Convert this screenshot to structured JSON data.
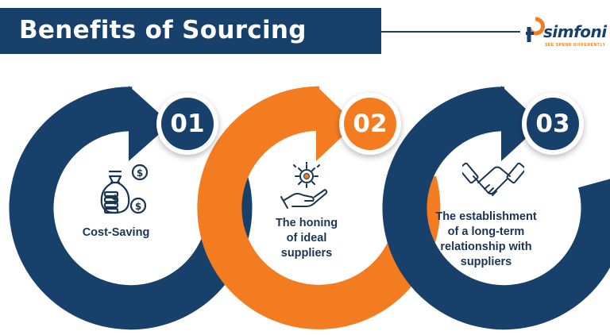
{
  "header": {
    "title": "Benefits of Sourcing"
  },
  "logo": {
    "wordmark": "simfoni",
    "tagline": "SEE SPEND DIFFERENTLY"
  },
  "colors": {
    "navy": "#17406b",
    "orange": "#f47c20",
    "text": "#1a3552",
    "disc": "#ffffff"
  },
  "steps": [
    {
      "number": "01",
      "label": "Cost-Saving",
      "icon": "money-bag-coins-icon",
      "color": "navy"
    },
    {
      "number": "02",
      "label": "The honing\nof ideal\nsuppliers",
      "icon": "hand-gear-idea-icon",
      "color": "orange"
    },
    {
      "number": "03",
      "label": "The establishment\nof a long-term\nrelationship with\nsuppliers",
      "icon": "handshake-icon",
      "color": "navy"
    }
  ]
}
